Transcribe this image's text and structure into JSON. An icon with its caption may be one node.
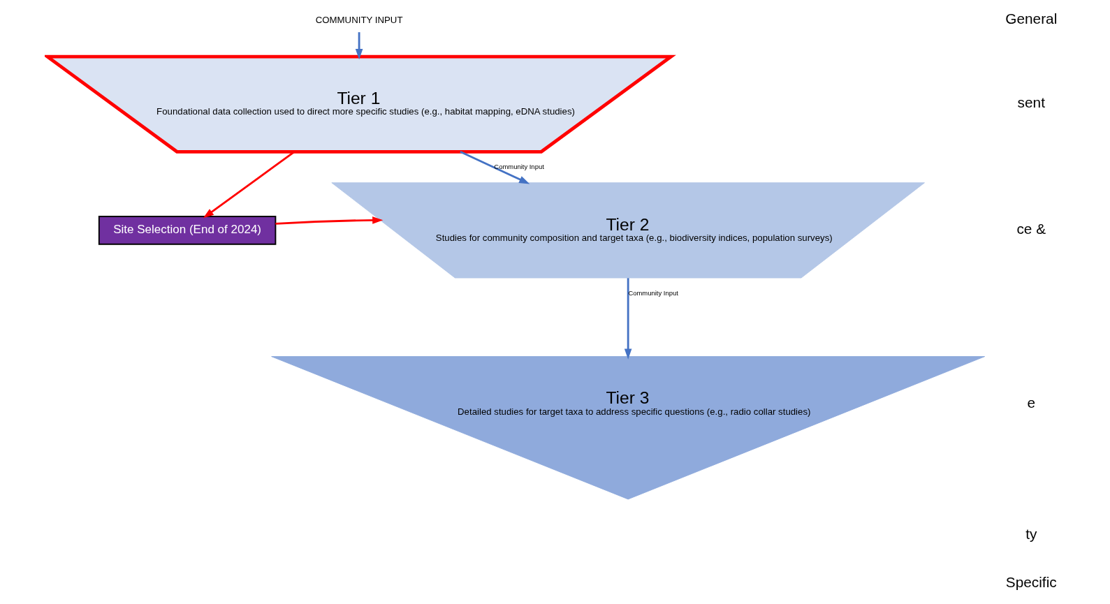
{
  "diagram": {
    "nodes": [
      {
        "text": [
          "COMMUNITY INPUT"
        ]
      },
      {
        "text": [
          "Tier 1",
          "Foundational data collection used to direct more specific studies (e.g., habitat mapping, eDNA studies)"
        ]
      },
      {
        "text": [
          "Tier 2",
          "Studies for community composition and target taxa (e.g., biodiversity indices, population surveys)"
        ]
      },
      {
        "text": [
          "Tier 3",
          "Detailed studies for target taxa to address specific questions (e.g., radio collar studies)"
        ]
      },
      {
        "text": [
          "Site Selection (End of 2024)"
        ]
      }
    ],
    "edges": [
      {
        "from": 0,
        "to": 1,
        "arrow": "to"
      },
      {
        "from": 1,
        "to": 2,
        "arrow": "to",
        "label": "Community Input"
      },
      {
        "from": 2,
        "to": 3,
        "arrow": "to",
        "label": "Community Input"
      },
      {
        "from": 1,
        "to": 4,
        "arrow": "to",
        "color": "#ff0000"
      },
      {
        "from": 4,
        "to": 2,
        "arrow": "to",
        "color": "#ff0000"
      }
    ],
    "labels": [
      "General",
      "sent",
      "ce &",
      "e",
      "ty",
      "Specific"
    ]
  }
}
